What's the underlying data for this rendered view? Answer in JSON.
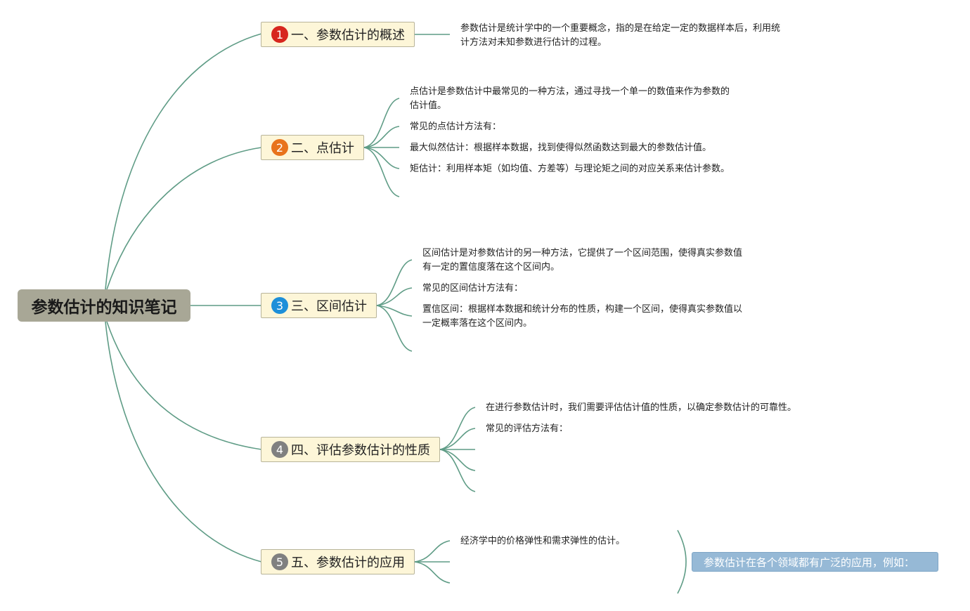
{
  "root": {
    "title": "参数估计的知识笔记"
  },
  "topics": [
    {
      "number": "1",
      "label": "一、参数估计的概述",
      "badge_color": "#d7261e"
    },
    {
      "number": "2",
      "label": "二、点估计",
      "badge_color": "#e8731c"
    },
    {
      "number": "3",
      "label": "三、区间估计",
      "badge_color": "#1d8fd9"
    },
    {
      "number": "4",
      "label": "四、评估参数估计的性质",
      "badge_color": "#808080"
    },
    {
      "number": "5",
      "label": "五、参数估计的应用",
      "badge_color": "#808080"
    }
  ],
  "notes": {
    "overview": [
      "参数估计是统计学中的一个重要概念，指的是在给定一定的数据样本后，利用统",
      "计方法对未知参数进行估计的过程。"
    ],
    "point": [
      [
        "点估计是参数估计中最常见的一种方法，通过寻找一个单一的数值来作为参数的",
        "估计值。"
      ],
      "常见的点估计方法有：",
      "最大似然估计：根据样本数据，找到使得似然函数达到最大的参数估计值。",
      "矩估计：利用样本矩（如均值、方差等）与理论矩之间的对应关系来估计参数。"
    ],
    "interval": [
      [
        "区间估计是对参数估计的另一种方法，它提供了一个区间范围，使得真实参数值",
        "有一定的置信度落在这个区间内。"
      ],
      "常见的区间估计方法有：",
      [
        "置信区间：根据样本数据和统计分布的性质，构建一个区间，使得真实参数值以",
        "一定概率落在这个区间内。"
      ]
    ],
    "evaluate": [
      "在进行参数估计时，我们需要评估估计值的性质，以确定参数估计的可靠性。",
      "常见的评估方法有："
    ],
    "application": [
      "经济学中的价格弹性和需求弹性的估计。"
    ]
  },
  "callout": "参数估计在各个领域都有广泛的应用，例如：",
  "colors": {
    "link": "#5f9c86",
    "root_fill": "#a8a796",
    "topic_fill": "#fdf6d8",
    "callout_fill": "#96b9d6"
  }
}
